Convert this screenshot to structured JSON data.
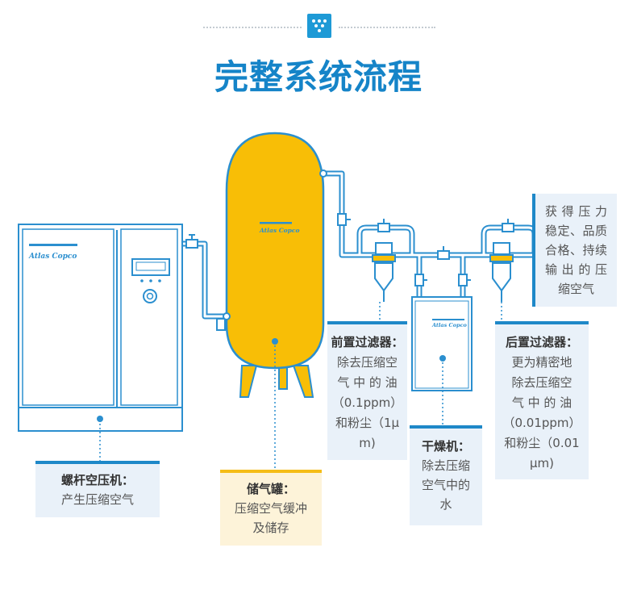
{
  "title": "完整系统流程",
  "colors": {
    "accent_blue": "#1e88c8",
    "title_blue": "#1584c8",
    "tank_yellow": "#f8be06",
    "label_bg_blue": "#e9f1f9",
    "label_bg_yellow": "#fdf3d9"
  },
  "equipment": {
    "brand": "Atlas Copco"
  },
  "labels": {
    "compressor": {
      "name": "螺杆空压机：",
      "desc": "产生压缩空气"
    },
    "tank": {
      "name": "储气罐：",
      "desc1": "压缩空气缓冲",
      "desc2": "及储存"
    },
    "prefilter": {
      "name": "前置过滤器：",
      "lines": [
        "除去压缩空",
        "气 中 的 油",
        "（0.1ppm）",
        "和粉尘（1μ",
        "m)"
      ]
    },
    "dryer": {
      "name": "干燥机：",
      "lines": [
        "除去压缩",
        "空气中的",
        "水"
      ]
    },
    "afterfilter": {
      "name": "后置过滤器：",
      "lines": [
        "更为精密地",
        "除去压缩空",
        "气 中 的 油",
        "（0.01ppm）",
        "和粉尘（0.01",
        "μm)"
      ]
    },
    "result": {
      "lines": [
        "获 得 压 力",
        "稳定、品质",
        "合格、持续",
        "输 出 的 压",
        "缩空气"
      ]
    }
  }
}
